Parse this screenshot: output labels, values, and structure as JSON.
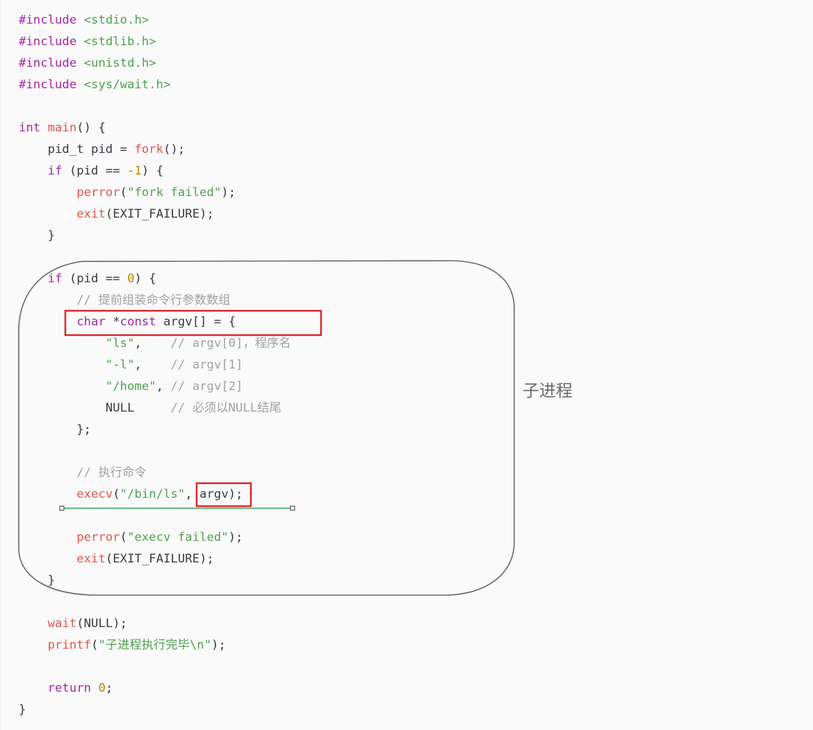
{
  "colors": {
    "background": "#fafafa",
    "keyword": "#a626a4",
    "string": "#50a14f",
    "function": "#e45649",
    "number": "#c18401",
    "comment": "#a0a1a7",
    "text": "#383a42",
    "highlight_box": "#d9262c",
    "underline": "#2fa84f",
    "region_outline": "#666666"
  },
  "annotation": {
    "region_label": "子进程"
  },
  "code": {
    "lines": [
      [
        {
          "t": "#include ",
          "c": "preproc"
        },
        {
          "t": "<stdio.h>",
          "c": "string"
        }
      ],
      [
        {
          "t": "#include ",
          "c": "preproc"
        },
        {
          "t": "<stdlib.h>",
          "c": "string"
        }
      ],
      [
        {
          "t": "#include ",
          "c": "preproc"
        },
        {
          "t": "<unistd.h>",
          "c": "string"
        }
      ],
      [
        {
          "t": "#include ",
          "c": "preproc"
        },
        {
          "t": "<sys/wait.h>",
          "c": "string"
        }
      ],
      [],
      [
        {
          "t": "int ",
          "c": "keyword"
        },
        {
          "t": "main",
          "c": "title"
        },
        {
          "t": "() {",
          "c": "plain"
        }
      ],
      [
        {
          "t": "    pid_t pid = ",
          "c": "plain"
        },
        {
          "t": "fork",
          "c": "func"
        },
        {
          "t": "();",
          "c": "plain"
        }
      ],
      [
        {
          "t": "    ",
          "c": "plain"
        },
        {
          "t": "if",
          "c": "keyword"
        },
        {
          "t": " (pid == ",
          "c": "plain"
        },
        {
          "t": "-1",
          "c": "number"
        },
        {
          "t": ") {",
          "c": "plain"
        }
      ],
      [
        {
          "t": "        ",
          "c": "plain"
        },
        {
          "t": "perror",
          "c": "func"
        },
        {
          "t": "(",
          "c": "plain"
        },
        {
          "t": "\"fork failed\"",
          "c": "string"
        },
        {
          "t": ");",
          "c": "plain"
        }
      ],
      [
        {
          "t": "        ",
          "c": "plain"
        },
        {
          "t": "exit",
          "c": "func"
        },
        {
          "t": "(EXIT_FAILURE);",
          "c": "plain"
        }
      ],
      [
        {
          "t": "    }",
          "c": "plain"
        }
      ],
      [],
      [
        {
          "t": "    ",
          "c": "plain"
        },
        {
          "t": "if",
          "c": "keyword"
        },
        {
          "t": " (pid == ",
          "c": "plain"
        },
        {
          "t": "0",
          "c": "number"
        },
        {
          "t": ") {",
          "c": "plain"
        }
      ],
      [
        {
          "t": "        ",
          "c": "plain"
        },
        {
          "t": "// 提前组装命令行参数数组",
          "c": "comment"
        }
      ],
      [
        {
          "t": "        ",
          "c": "plain"
        },
        {
          "t": "char",
          "c": "keyword"
        },
        {
          "t": " *",
          "c": "plain"
        },
        {
          "t": "const",
          "c": "keyword"
        },
        {
          "t": " argv[] = {",
          "c": "plain"
        }
      ],
      [
        {
          "t": "            ",
          "c": "plain"
        },
        {
          "t": "\"ls\"",
          "c": "string"
        },
        {
          "t": ",    ",
          "c": "plain"
        },
        {
          "t": "// argv[0]，程序名",
          "c": "comment"
        }
      ],
      [
        {
          "t": "            ",
          "c": "plain"
        },
        {
          "t": "\"-l\"",
          "c": "string"
        },
        {
          "t": ",    ",
          "c": "plain"
        },
        {
          "t": "// argv[1]",
          "c": "comment"
        }
      ],
      [
        {
          "t": "            ",
          "c": "plain"
        },
        {
          "t": "\"/home\"",
          "c": "string"
        },
        {
          "t": ", ",
          "c": "plain"
        },
        {
          "t": "// argv[2]",
          "c": "comment"
        }
      ],
      [
        {
          "t": "            NULL     ",
          "c": "plain"
        },
        {
          "t": "// 必须以NULL结尾",
          "c": "comment"
        }
      ],
      [
        {
          "t": "        };",
          "c": "plain"
        }
      ],
      [],
      [
        {
          "t": "        ",
          "c": "plain"
        },
        {
          "t": "// 执行命令",
          "c": "comment"
        }
      ],
      [
        {
          "t": "        ",
          "c": "plain"
        },
        {
          "t": "execv",
          "c": "func"
        },
        {
          "t": "(",
          "c": "plain"
        },
        {
          "t": "\"/bin/ls\"",
          "c": "string"
        },
        {
          "t": ", argv);",
          "c": "plain"
        }
      ],
      [],
      [
        {
          "t": "        ",
          "c": "plain"
        },
        {
          "t": "perror",
          "c": "func"
        },
        {
          "t": "(",
          "c": "plain"
        },
        {
          "t": "\"execv failed\"",
          "c": "string"
        },
        {
          "t": ");",
          "c": "plain"
        }
      ],
      [
        {
          "t": "        ",
          "c": "plain"
        },
        {
          "t": "exit",
          "c": "func"
        },
        {
          "t": "(EXIT_FAILURE);",
          "c": "plain"
        }
      ],
      [
        {
          "t": "    }",
          "c": "plain"
        }
      ],
      [],
      [
        {
          "t": "    ",
          "c": "plain"
        },
        {
          "t": "wait",
          "c": "func"
        },
        {
          "t": "(NULL);",
          "c": "plain"
        }
      ],
      [
        {
          "t": "    ",
          "c": "plain"
        },
        {
          "t": "printf",
          "c": "func"
        },
        {
          "t": "(",
          "c": "plain"
        },
        {
          "t": "\"子进程执行完毕\\n\"",
          "c": "string"
        },
        {
          "t": ");",
          "c": "plain"
        }
      ],
      [],
      [
        {
          "t": "    ",
          "c": "plain"
        },
        {
          "t": "return",
          "c": "keyword"
        },
        {
          "t": " ",
          "c": "plain"
        },
        {
          "t": "0",
          "c": "number"
        },
        {
          "t": ";",
          "c": "plain"
        }
      ],
      [
        {
          "t": "}",
          "c": "plain"
        }
      ]
    ]
  }
}
